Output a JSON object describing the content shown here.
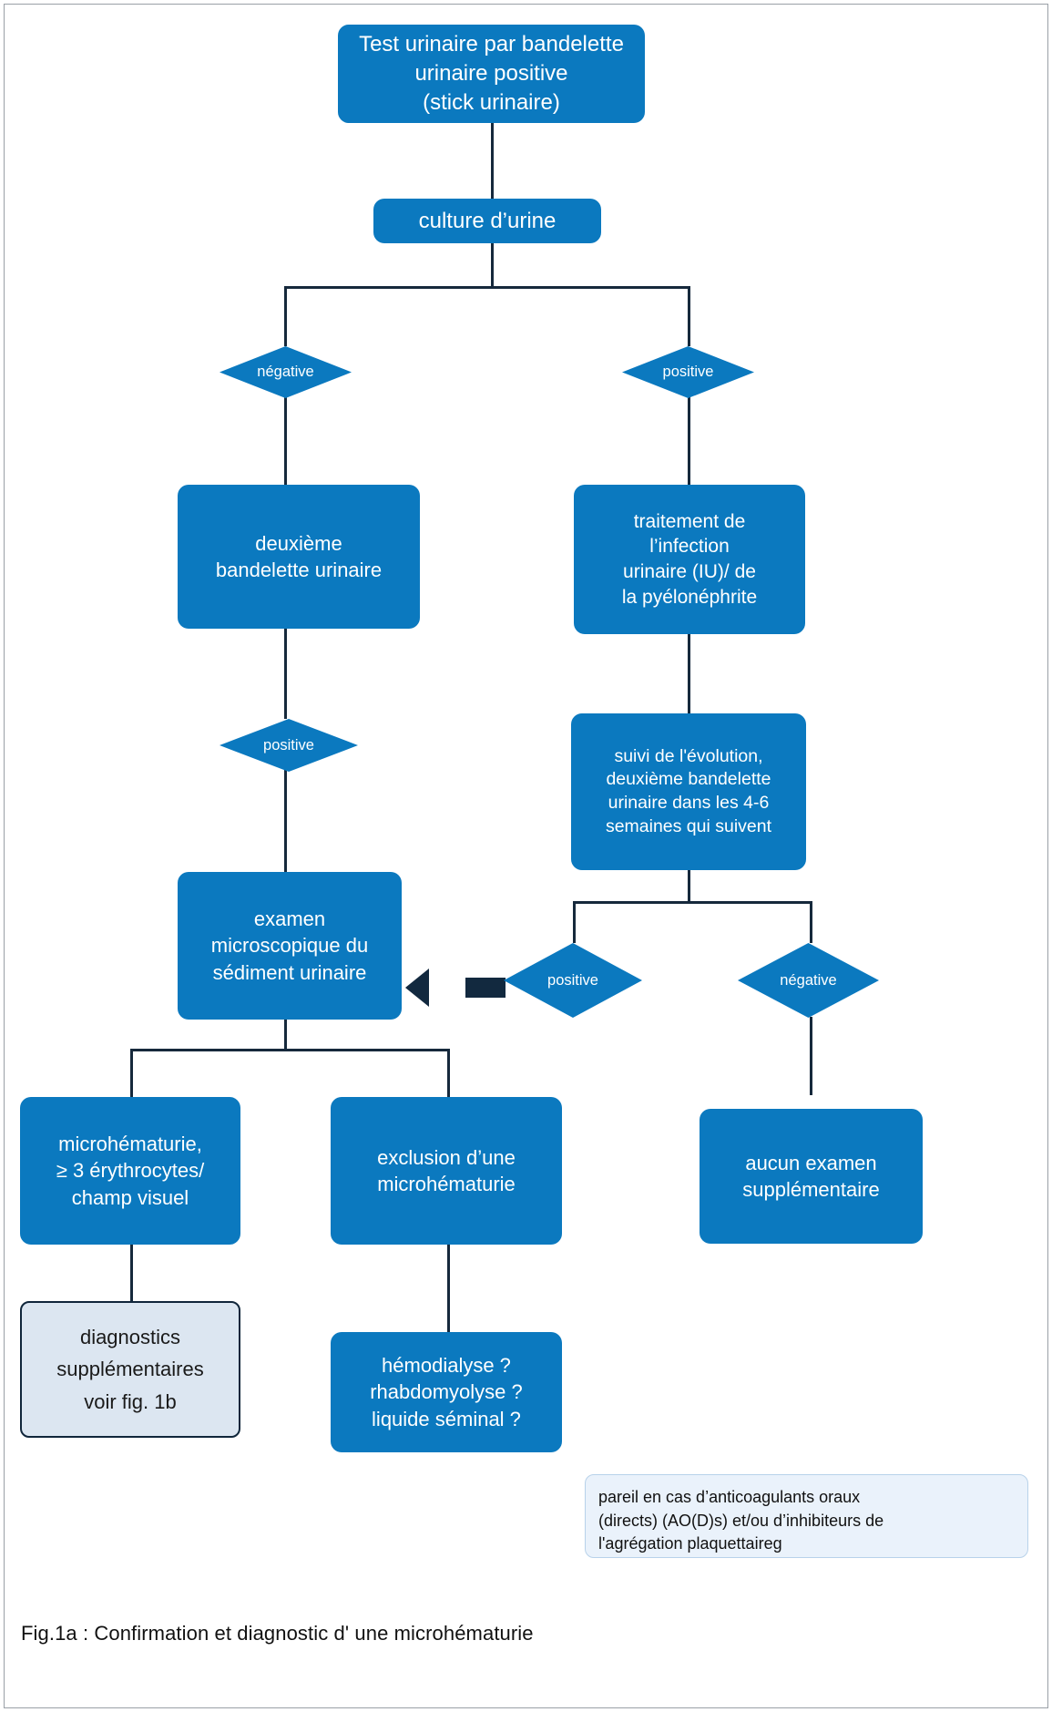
{
  "figure": {
    "caption": "Fig.1a : Confirmation et diagnostic d' une microhématurie",
    "accent_color": "#0b79bf",
    "line_color": "#16293c",
    "note_bg_color": "#eaf2fb",
    "light_node_bg_color": "#dce6f1"
  },
  "nodes": {
    "stick_test": "Test urinaire par bandelette\nurinaire positive\n(stick urinaire)",
    "urine_culture": "culture d’urine",
    "second_strip": "deuxième\nbandelette urinaire",
    "treatment": "traitement de\nl’infection\nurinaire (IU)/ de\nla pyélonéphrite",
    "follow_up": "suivi de l'évolution,\ndeuxième bandelette\nurinaire dans les 4-6\nsemaines qui suivent",
    "microscopy": "examen\nmicroscopique du\nsédiment urinaire",
    "microhematuria": "microhématurie,\n≥ 3 érythrocytes/\nchamp visuel",
    "exclusion": "exclusion d’une\nmicrohématurie",
    "no_further_exam": "aucun examen\nsupplémentaire",
    "further_diagnostics": "diagnostics\nsupplémentaires\nvoir fig. 1b",
    "questions": "hémodialyse ?\nrhabdomyolyse ?\nliquide séminal ?"
  },
  "decisions": {
    "culture_negative": "négative",
    "culture_positive": "positive",
    "strip_positive": "positive",
    "followup_positive": "positive",
    "followup_negative": "négative"
  },
  "note": {
    "text": "pareil en cas d’anticoagulants oraux\n(directs) (AO(D)s) et/ou d’inhibiteurs de\nl'agrégation plaquettaireg"
  },
  "chart_data": {
    "type": "flowchart",
    "title": "Fig.1a : Confirmation et diagnostic d' une microhématurie",
    "nodes": [
      {
        "id": "n1",
        "label": "Test urinaire par bandelette urinaire positive (stick urinaire)",
        "shape": "rounded-rect"
      },
      {
        "id": "n2",
        "label": "culture d’urine",
        "shape": "rounded-rect"
      },
      {
        "id": "d1",
        "label": "négative",
        "shape": "diamond"
      },
      {
        "id": "d2",
        "label": "positive",
        "shape": "diamond"
      },
      {
        "id": "n3",
        "label": "deuxième bandelette urinaire",
        "shape": "rounded-rect"
      },
      {
        "id": "n4",
        "label": "traitement de l’infection urinaire (IU)/ de la pyélonéphrite",
        "shape": "rounded-rect"
      },
      {
        "id": "d3",
        "label": "positive",
        "shape": "diamond"
      },
      {
        "id": "n5",
        "label": "suivi de l'évolution, deuxième bandelette urinaire dans les 4-6 semaines qui suivent",
        "shape": "rounded-rect"
      },
      {
        "id": "d4",
        "label": "positive",
        "shape": "diamond"
      },
      {
        "id": "d5",
        "label": "négative",
        "shape": "diamond"
      },
      {
        "id": "n6",
        "label": "examen microscopique du sédiment urinaire",
        "shape": "rounded-rect"
      },
      {
        "id": "n7",
        "label": "microhématurie, ≥ 3 érythrocytes/ champ visuel",
        "shape": "rounded-rect"
      },
      {
        "id": "n8",
        "label": "exclusion d’une microhématurie",
        "shape": "rounded-rect"
      },
      {
        "id": "n9",
        "label": "aucun examen supplémentaire",
        "shape": "rounded-rect"
      },
      {
        "id": "n10",
        "label": "diagnostics supplémentaires voir fig. 1b",
        "shape": "rounded-rect-outlined"
      },
      {
        "id": "n11",
        "label": "hémodialyse ? rhabdomyolyse ? liquide séminal ?",
        "shape": "rounded-rect"
      },
      {
        "id": "note1",
        "label": "pareil en cas d’anticoagulants oraux (directs) (AO(D)s) et/ou d’inhibiteurs de l'agrégation plaquettaireg",
        "shape": "callout"
      }
    ],
    "edges": [
      {
        "from": "n1",
        "to": "n2"
      },
      {
        "from": "n2",
        "to": "d1"
      },
      {
        "from": "n2",
        "to": "d2"
      },
      {
        "from": "d1",
        "to": "n3"
      },
      {
        "from": "d2",
        "to": "n4"
      },
      {
        "from": "n3",
        "to": "d3"
      },
      {
        "from": "d3",
        "to": "n6"
      },
      {
        "from": "n4",
        "to": "n5"
      },
      {
        "from": "n5",
        "to": "d4"
      },
      {
        "from": "n5",
        "to": "d5"
      },
      {
        "from": "d4",
        "to": "n6",
        "style": "thick-arrow"
      },
      {
        "from": "d5",
        "to": "n9"
      },
      {
        "from": "n6",
        "to": "n7"
      },
      {
        "from": "n6",
        "to": "n8"
      },
      {
        "from": "n7",
        "to": "n10"
      },
      {
        "from": "n8",
        "to": "n11"
      }
    ]
  }
}
